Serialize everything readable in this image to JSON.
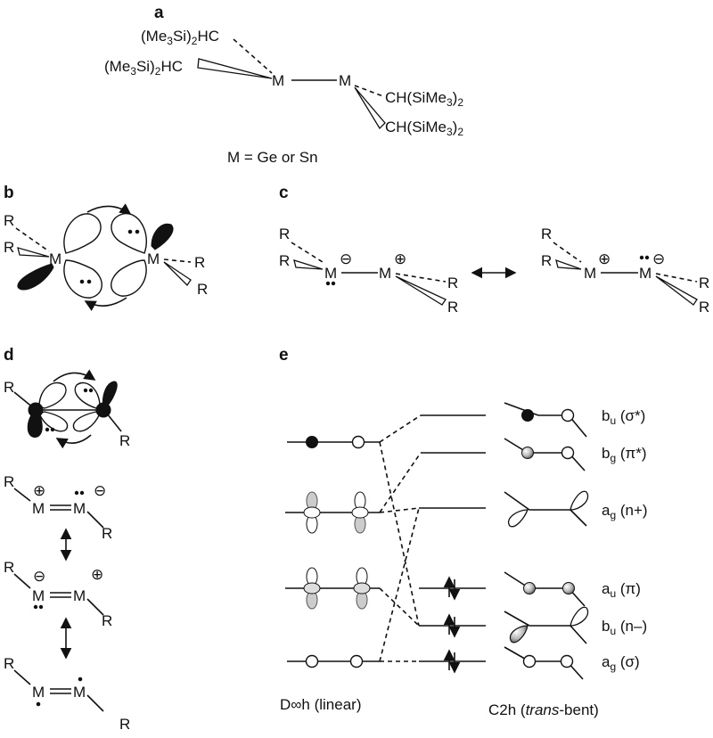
{
  "panels": {
    "a": "a",
    "b": "b",
    "c": "c",
    "d": "d",
    "e": "e"
  },
  "panel_a": {
    "sub1": "(Me3Si)2HC",
    "sub2": "(Me3Si)2HC",
    "metal": "M",
    "sub3": "CH(SiMe3)2",
    "sub4": "CH(SiMe3)2",
    "definition": "M = Ge or Sn"
  },
  "labels": {
    "R": "R",
    "M": "M",
    "plus": "⊕",
    "minus": "⊖"
  },
  "panel_e": {
    "left_axis": "D∞h (linear)",
    "right_axis_prefix": "C2h (",
    "right_axis_italic": "trans",
    "right_axis_suffix": "-bent)",
    "orbitals": [
      {
        "sym": "b",
        "sub": "u",
        "desc": " (σ*)"
      },
      {
        "sym": "b",
        "sub": "g",
        "desc": " (π*)"
      },
      {
        "sym": "a",
        "sub": "g",
        "desc": " (n+)"
      },
      {
        "sym": "a",
        "sub": "u",
        "desc": " (π)"
      },
      {
        "sym": "b",
        "sub": "u",
        "desc": " (n–)"
      },
      {
        "sym": "a",
        "sub": "g",
        "desc": " (σ)"
      }
    ]
  }
}
